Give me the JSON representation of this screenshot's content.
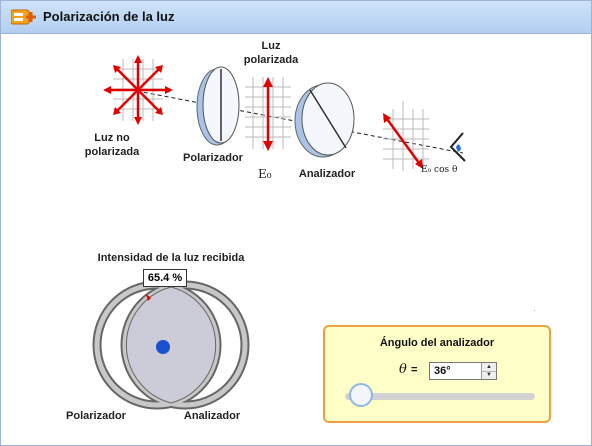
{
  "app": {
    "title": "Polarización de la luz"
  },
  "diagram": {
    "label_unpolarized": "Luz no\npolarizada",
    "label_polarizer": "Polarizador",
    "label_polarized": "Luz\npolarizada",
    "label_analyzer": "Analizador",
    "label_e0": "E₀",
    "label_e0cos": "E₀ cos θ"
  },
  "intensity": {
    "title": "Intensidad de la luz recibida",
    "percent_text": "65.4 %",
    "percent_value": 65.4,
    "label_polarizer": "Polarizador",
    "label_analyzer": "Analizador"
  },
  "analyzer_panel": {
    "title": "Ángulo del analizador",
    "theta_symbol": "θ",
    "equals": "=",
    "angle_text": "36°",
    "angle_value": 36,
    "slider_min": 0,
    "slider_max": 360
  },
  "colors": {
    "accent": "#f0a040",
    "arrow": "#e00000",
    "lens": "#a9c4e6",
    "panel_bg": "#ffffc8"
  }
}
